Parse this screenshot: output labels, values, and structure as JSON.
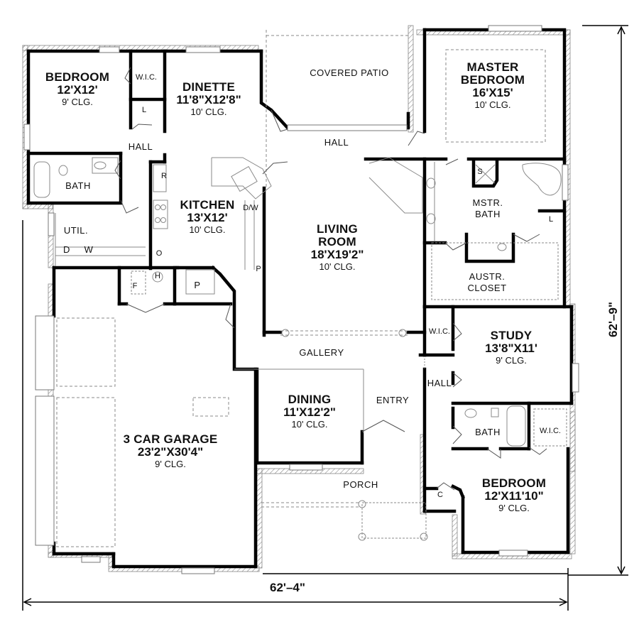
{
  "plan": {
    "overall_width": "62'–4\"",
    "overall_depth": "62'–9\"",
    "wall_color": "#000000",
    "line_color": "#8a8a8a"
  },
  "rooms": {
    "bedroom2": {
      "name": "BEDROOM",
      "dim": "12'X12'",
      "clg": "9'  CLG."
    },
    "dinette": {
      "name": "DINETTE",
      "dim": "11'8\"X12'8\"",
      "clg": "10'  CLG."
    },
    "covered_patio": {
      "name": "COVERED  PATIO"
    },
    "master_bedroom": {
      "name": "MASTER",
      "name2": "BEDROOM",
      "dim": "16'X15'",
      "clg": "10'  CLG."
    },
    "kitchen": {
      "name": "KITCHEN",
      "dim": "13'X12'",
      "clg": "10'  CLG."
    },
    "living_room": {
      "name": "LIVING",
      "name2": "ROOM",
      "dim": "18'X19'2\"",
      "clg": "10'  CLG."
    },
    "mstr_bath": {
      "name": "MSTR.",
      "name2": "BATH"
    },
    "mstr_closet": {
      "name": "AUSTR.",
      "name2": "CLOSET"
    },
    "study": {
      "name": "STUDY",
      "dim": "13'8\"X11'",
      "clg": "9'  CLG."
    },
    "dining": {
      "name": "DINING",
      "dim": "11'X12'2\"",
      "clg": "10'  CLG."
    },
    "garage": {
      "name": "3  CAR  GARAGE",
      "dim": "23'2\"X30'4\"",
      "clg": "9'  CLG."
    },
    "bedroom3": {
      "name": "BEDROOM",
      "dim": "12'X11'10\"",
      "clg": "9'  CLG."
    }
  },
  "minor_labels": {
    "wic1": "W.I.C.",
    "linen1": "L",
    "hall1": "HALL",
    "bath1": "BATH",
    "util": "UTIL.",
    "dryer": "D",
    "washer": "W",
    "fridge": "R",
    "oven": "O",
    "dishwasher": "D/W",
    "pantry_p": "P",
    "furnace": "F",
    "water_heater": "H",
    "pantry": "P",
    "hall2": "HALL",
    "shower": "S",
    "linen2": "L",
    "gallery": "GALLERY",
    "wic2": "W.I.C.",
    "hall3": "HALL",
    "entry": "ENTRY",
    "bath2": "BATH",
    "wic3": "W.I.C.",
    "porch": "PORCH",
    "coat": "C"
  }
}
